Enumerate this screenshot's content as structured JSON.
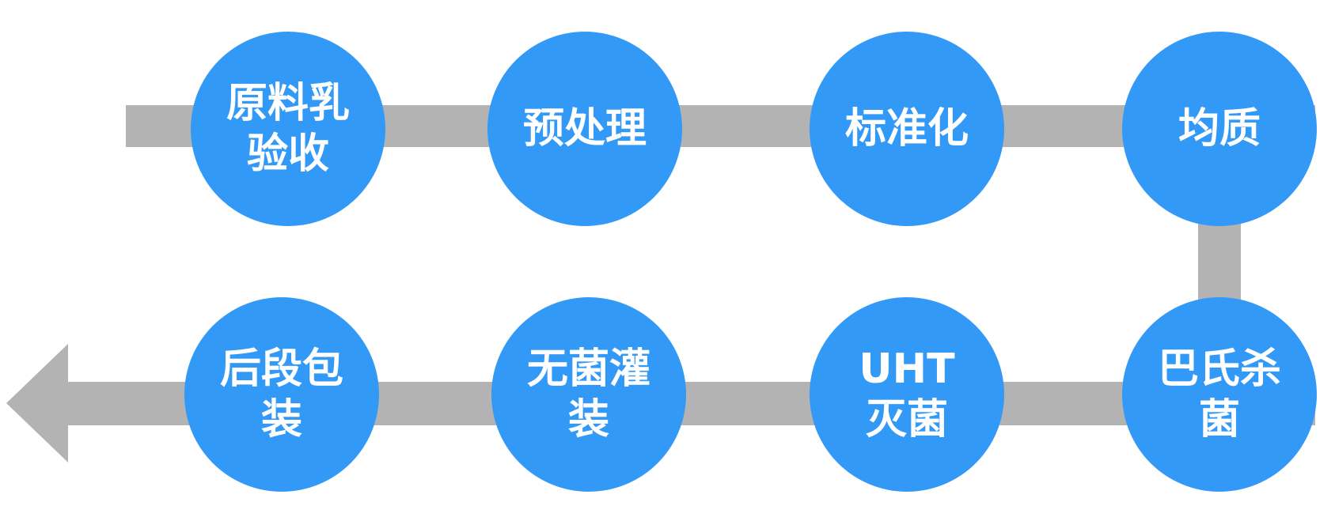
{
  "colors": {
    "node_fill": "#3399f7",
    "connector": "#b3b3b3",
    "text": "#ffffff"
  },
  "steps": [
    {
      "line1": "原料乳",
      "line2": "验收"
    },
    {
      "line1": "预处理",
      "line2": ""
    },
    {
      "line1": "标准化",
      "line2": ""
    },
    {
      "line1": "均质",
      "line2": ""
    },
    {
      "line1": "巴氏杀",
      "line2": "菌"
    },
    {
      "line1": "UHT",
      "line2": "灭菌"
    },
    {
      "line1": "无菌灌",
      "line2": "装"
    },
    {
      "line1": "后段包",
      "line2": "装"
    }
  ]
}
